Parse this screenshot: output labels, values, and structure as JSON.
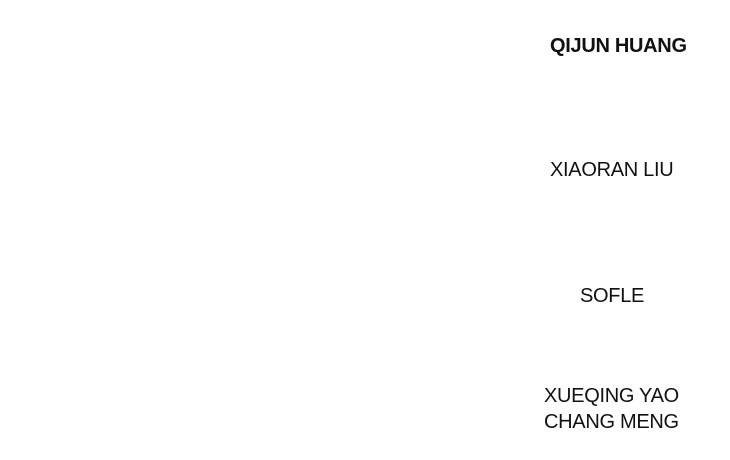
{
  "nav": {
    "items": [
      {
        "label": "QIJUN HUANG",
        "active": true
      },
      {
        "label": "XIAORAN LIU",
        "active": false
      },
      {
        "label": "SOFLE",
        "active": false
      },
      {
        "label": "XUEQING YAO",
        "active": false
      },
      {
        "label": "CHANG MENG",
        "active": false
      }
    ]
  }
}
